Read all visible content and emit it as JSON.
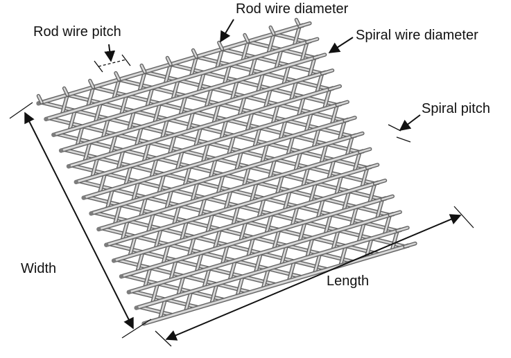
{
  "labels": {
    "rod_wire_diameter": "Rod wire diameter",
    "rod_wire_pitch": "Rod wire pitch",
    "spiral_wire_diameter": "Spiral wire diameter",
    "spiral_pitch": "Spiral pitch",
    "width": "Width",
    "length": "Length"
  },
  "colors": {
    "wire_light": "#e6e6e6",
    "wire_mid": "#b9b9b9",
    "wire_dark": "#7d7d7d",
    "wire_outline": "#5e5e5e",
    "arrow": "#111111"
  }
}
